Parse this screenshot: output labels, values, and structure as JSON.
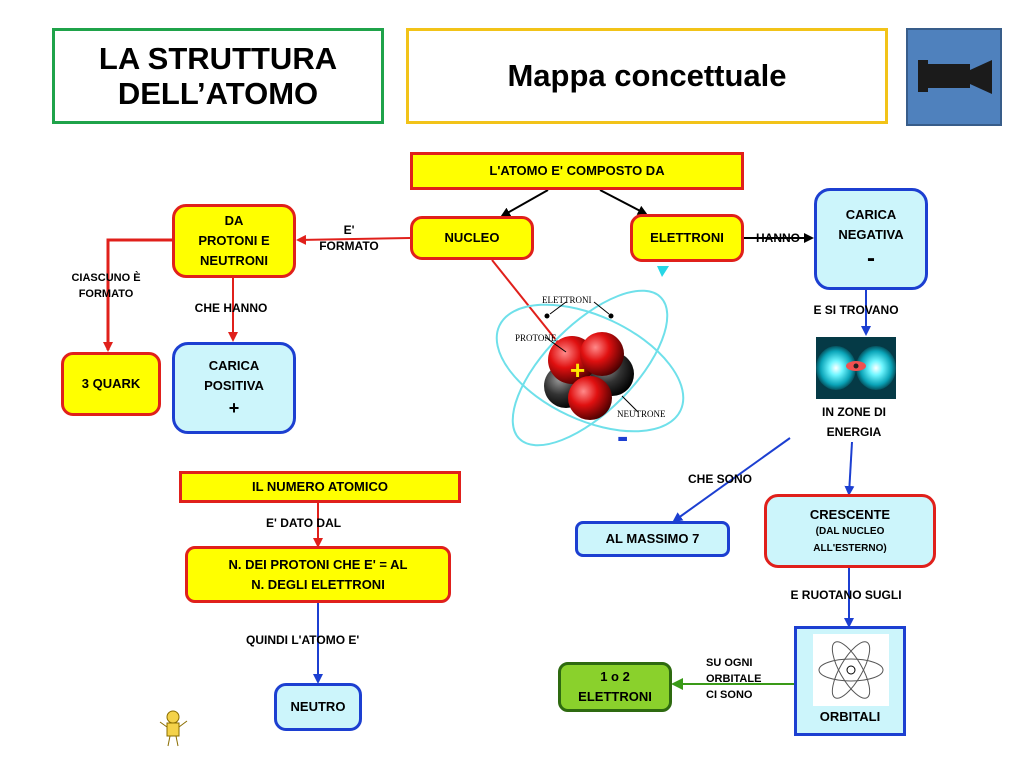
{
  "header": {
    "title_line1": "LA STRUTTURA",
    "title_line2": "DELL’ATOMO",
    "subtitle": "Mappa concettuale",
    "video_icon": "video-camera-icon"
  },
  "map": {
    "top": "L'ATOMO    E'    COMPOSTO    DA",
    "nucleo": "NUCLEO",
    "elettroni": "ELETTRONI",
    "formato_l1": "E'",
    "formato_l2": "FORMATO",
    "da_l1": "DA",
    "da_l2": "PROTONI    E",
    "da_l3": "NEUTRONI",
    "ciascuno_l1": "CIASCUNO È",
    "ciascuno_l2": "FORMATO",
    "quark": "3 QUARK",
    "che_hanno": "CHE    HANNO",
    "positiva_l1": "CARICA",
    "positiva_l2": "POSITIVA",
    "positiva_sign": "+",
    "hanno": "HANNO",
    "negativa_l1": "CARICA",
    "negativa_l2": "NEGATIVA",
    "negativa_sign": "-",
    "e_si_trovano": "E  SI     TROVANO",
    "in_zone_l1": "IN    ZONE    DI",
    "in_zone_l2": "ENERGIA",
    "che_sono": "CHE    SONO",
    "massimo": "AL    MASSIMO    7",
    "crescente_l1": "CRESCENTE",
    "crescente_l2": "(DAL      NUCLEO",
    "crescente_l3": "ALL'ESTERNO)",
    "ruotano": "E     RUOTANO      SUGLI",
    "orbitali": "ORBITALI",
    "su_ogni_l1": "SU    OGNI",
    "su_ogni_l2": "ORBITALE",
    "su_ogni_l3": "CI    SONO",
    "uno_due_l1": "1    o    2",
    "uno_due_l2": "ELETTRONI",
    "numero": "IL     NUMERO      ATOMICO",
    "dato_dal": "E'    DATO    DAL",
    "protoni_l1": "N.  DEI    PROTONI    CHE  E'  =  AL",
    "protoni_l2": "N.   DEGLI     ELETTRONI",
    "quindi": "QUINDI      L'ATOMO      E'",
    "neutro": "NEUTRO"
  },
  "atom": {
    "label_elettroni": "ELETTRONI",
    "label_protone": "PROTONE",
    "label_neutrone": "NEUTRONE",
    "plus": "+",
    "minus": "-"
  },
  "colors": {
    "title_border": "#1fa34a",
    "subtitle_border": "#f2c318",
    "video_button": "#4f81bd",
    "box_yellow": "#ffff00",
    "box_red_border": "#e0201b",
    "box_cyan": "#ccf5fb",
    "box_blue_border": "#1c3fd1",
    "box_green": "#8ad12c"
  }
}
